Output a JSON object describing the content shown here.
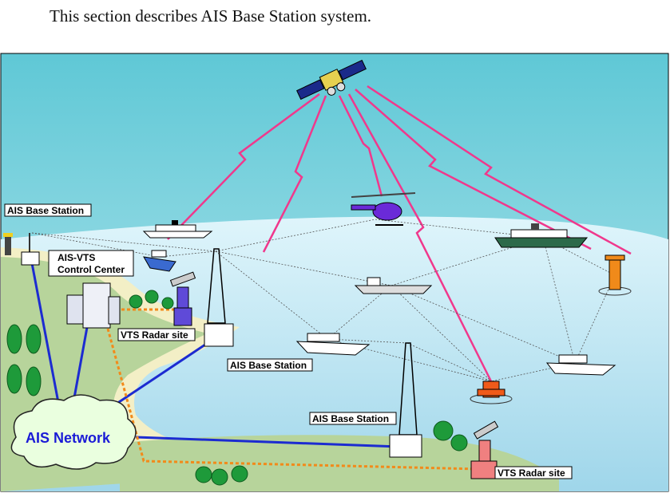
{
  "caption": "This section describes AIS Base Station system.",
  "labels": {
    "base_station_left": "AIS Base Station",
    "control_center_line1": "AIS-VTS",
    "control_center_line2": "Control Center",
    "radar_site_left": "VTS Radar site",
    "base_station_center": "AIS Base Station",
    "base_station_bottom": "AIS Base Station",
    "radar_site_right": "VTS Radar site",
    "network": "AIS Network"
  },
  "colors": {
    "sky": "#7fd6e0",
    "sea": "#a9e4f2",
    "land": "#b6d39a",
    "shore": "#f4efc8",
    "satellite_link": "#f0388c",
    "network_link": "#1c2bd1",
    "vts_link": "#f28a1a",
    "cloud": "#e9ffe0"
  }
}
